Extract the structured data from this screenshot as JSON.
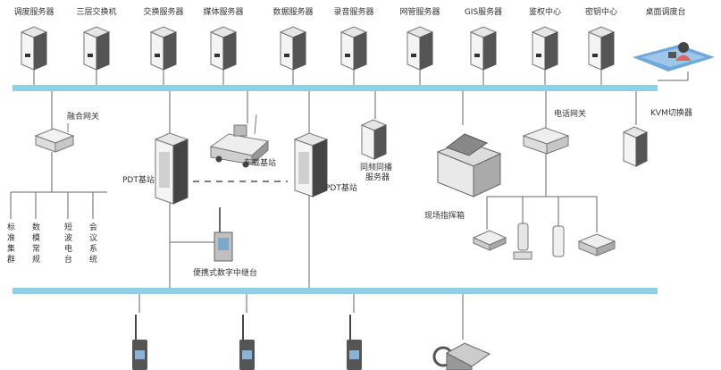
{
  "colors": {
    "bus": "#8fd0e8",
    "line": "#666666",
    "device_light": "#f2f2f2",
    "device_dark": "#555555",
    "text": "#333333"
  },
  "top_servers": [
    {
      "label": "调度服务器"
    },
    {
      "label": "三层交换机"
    },
    {
      "label": "交换服务器"
    },
    {
      "label": "媒体服务器"
    },
    {
      "label": "数据服务器"
    },
    {
      "label": "录音服务器"
    },
    {
      "label": "网管服务器"
    },
    {
      "label": "GIS服务器"
    },
    {
      "label": "鉴权中心"
    },
    {
      "label": "密钥中心"
    },
    {
      "label": "桌面调度台"
    }
  ],
  "middle": {
    "fusion_gateway": "融合网关",
    "pdt_base_left": "PDT基站",
    "vehicle_base": "车载基站",
    "pdt_base_right": "PDT基站",
    "sync_broadcast": [
      "同频同播",
      "服务器"
    ],
    "field_box": "现场指挥箱",
    "phone_gateway": "电话网关",
    "kvm": "KVM切换器",
    "portable_repeater": "便携式数字中继台"
  },
  "standards": [
    "标准集群",
    "数模常规",
    "短波电台",
    "会议系统"
  ]
}
